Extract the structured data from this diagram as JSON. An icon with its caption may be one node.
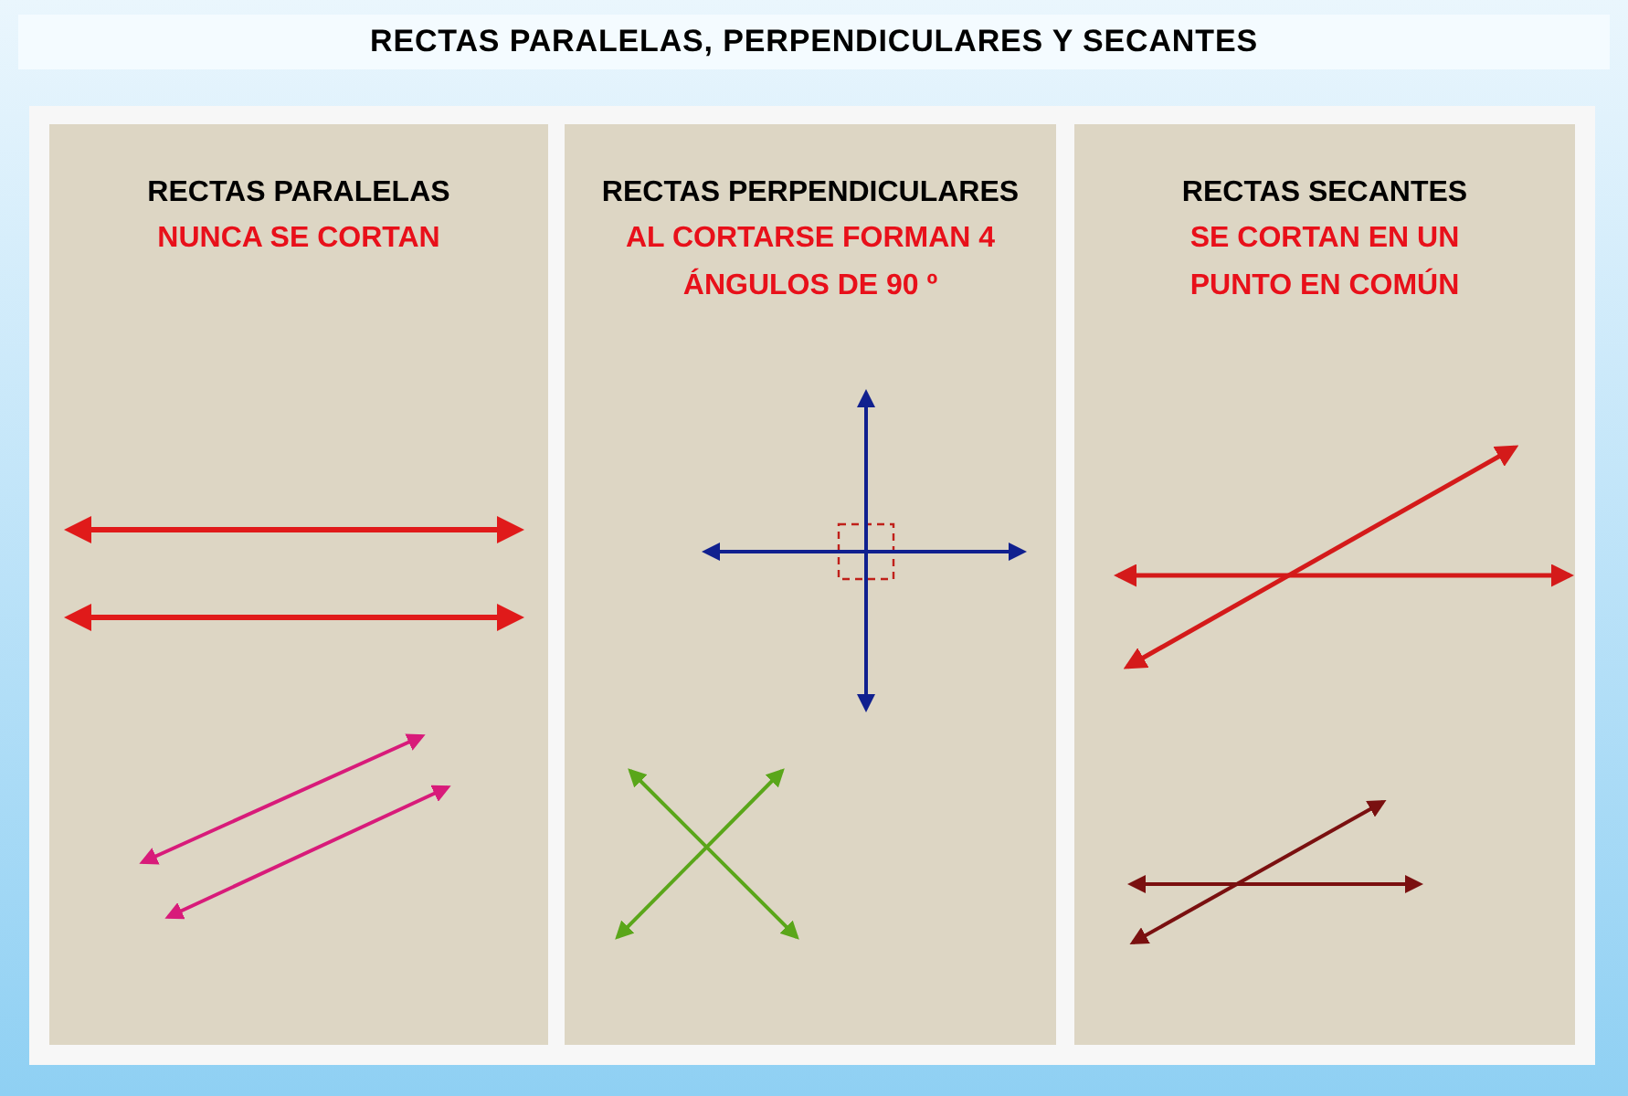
{
  "diagram": {
    "title": "RECTAS PARALELAS, PERPENDICULARES Y SECANTES",
    "nodes": [
      {
        "text": [
          "RECTAS PARALELAS",
          "NUNCA SE CORTAN"
        ]
      },
      {
        "text": [
          "RECTAS PERPENDICULARES",
          "AL CORTARSE FORMAN 4 ÁNGULOS DE 90 º"
        ]
      },
      {
        "text": [
          "RECTAS SECANTES",
          "SE CORTAN EN UN PUNTO EN COMÚN"
        ]
      }
    ]
  }
}
